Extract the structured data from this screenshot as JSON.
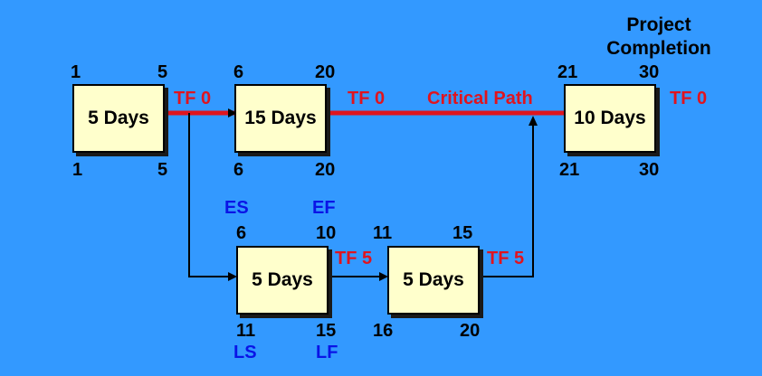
{
  "diagram": {
    "title_line1": "Project",
    "title_line2": "Completion",
    "critical_path_label": "Critical Path",
    "colors": {
      "background": "#3399ff",
      "box": "#ffffcc",
      "critical": "#e0141e",
      "legend": "#0a14e6"
    },
    "activities": [
      {
        "id": "A",
        "label": "5 Days",
        "es": "1",
        "ef": "5",
        "ls": "1",
        "lf": "5"
      },
      {
        "id": "B",
        "label": "15 Days",
        "es": "6",
        "ef": "20",
        "ls": "6",
        "lf": "20"
      },
      {
        "id": "C",
        "label": "10 Days",
        "es": "21",
        "ef": "30",
        "ls": "21",
        "lf": "30"
      },
      {
        "id": "D",
        "label": "5 Days",
        "es": "6",
        "ef": "10",
        "ls": "11",
        "lf": "15"
      },
      {
        "id": "E",
        "label": "5 Days",
        "es": "11",
        "ef": "15",
        "ls": "16",
        "lf": "20"
      }
    ],
    "float_labels": {
      "a_b": "TF 0",
      "b_c": "TF 0",
      "c_end": "TF 0",
      "d_e": "TF 5",
      "e_c": "TF 5"
    },
    "legend": {
      "es": "ES",
      "ef": "EF",
      "ls": "LS",
      "lf": "LF"
    }
  }
}
